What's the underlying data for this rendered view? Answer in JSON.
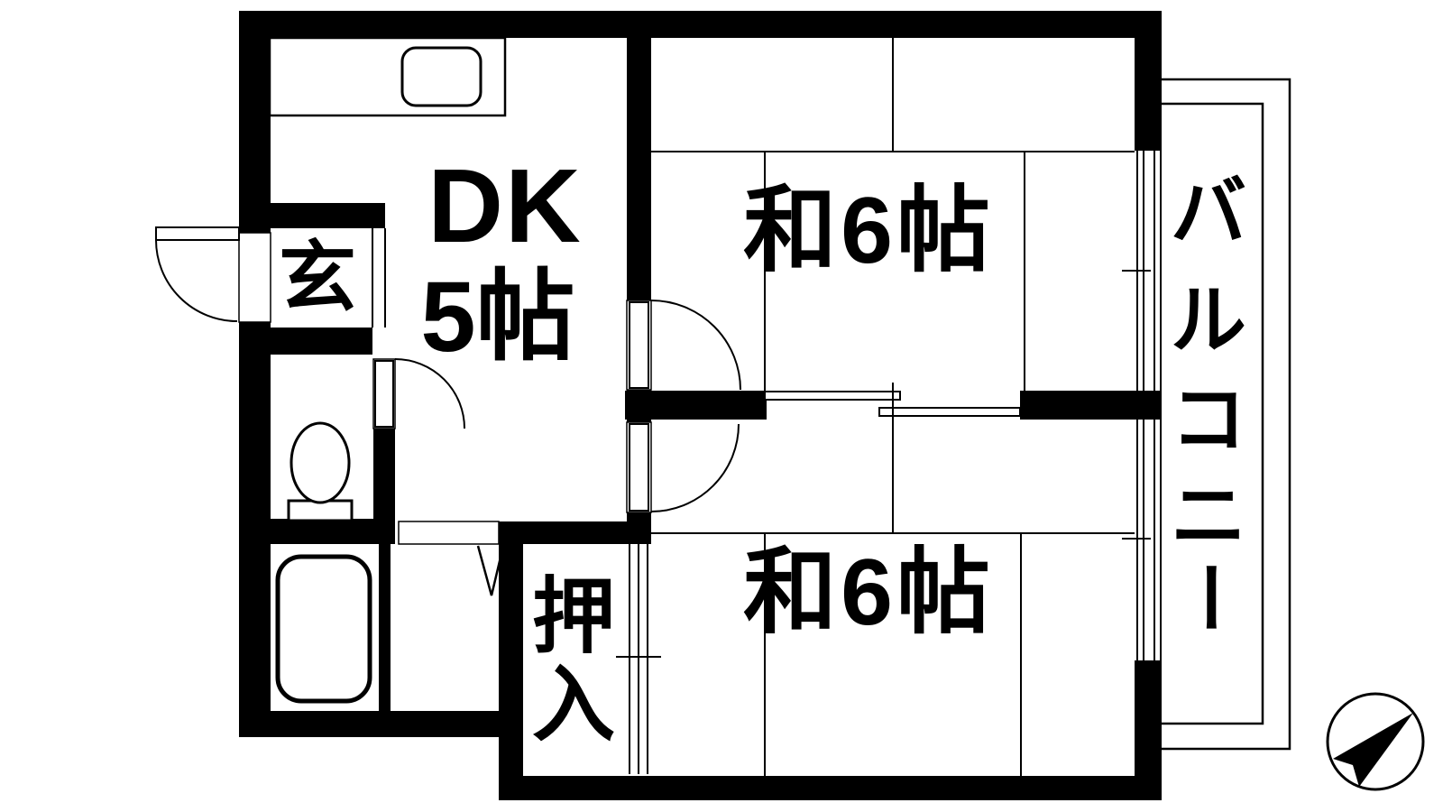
{
  "floorplan": {
    "type": "japanese-apartment-floor-plan",
    "colors": {
      "wall": "#000000",
      "background": "#ffffff",
      "line": "#000000"
    },
    "rooms": {
      "dk": {
        "name": "DK",
        "size": "5帖"
      },
      "japanese_room_upper": {
        "label": "和6帖"
      },
      "japanese_room_lower": {
        "label": "和6帖"
      },
      "entrance": {
        "label": "玄"
      },
      "closet": {
        "label": "押入",
        "chars": [
          "押",
          "入"
        ]
      },
      "balcony": {
        "label": "バルコニー",
        "chars": [
          "バ",
          "ル",
          "コ",
          "ニ",
          "ー"
        ]
      }
    },
    "fixtures": {
      "kitchen_sink": "sink-counter",
      "toilet": "toilet-bowl",
      "bathtub": "bathtub",
      "compass": "north-arrow-compass"
    }
  }
}
